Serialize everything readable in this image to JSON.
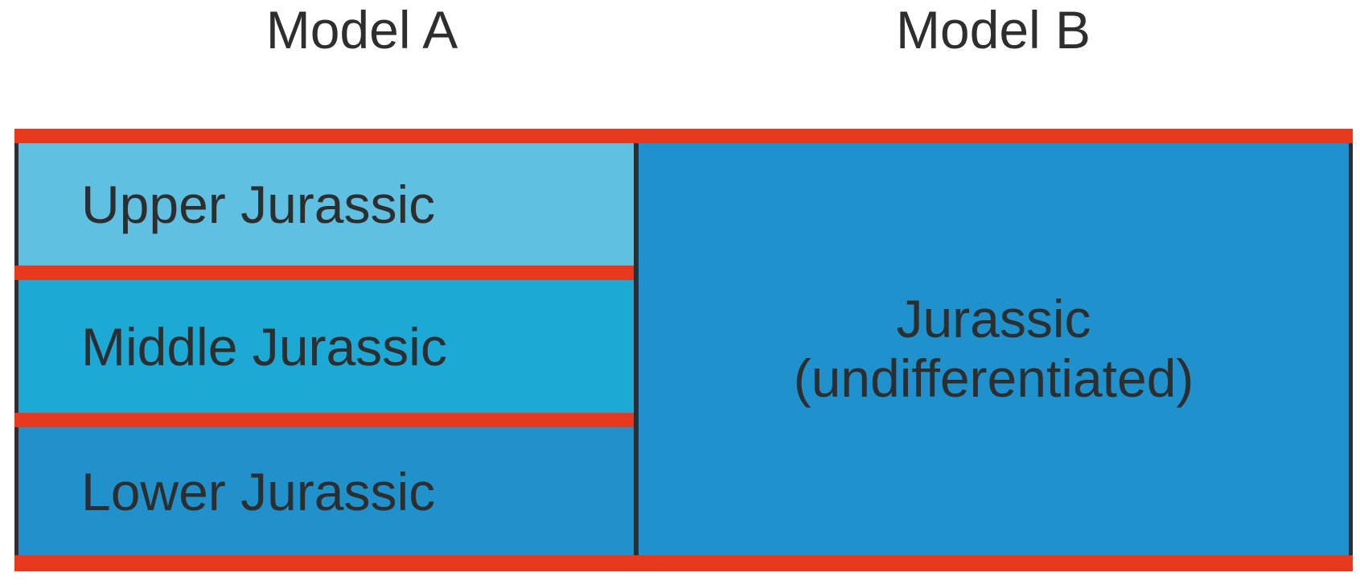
{
  "figure": {
    "type": "stratigraphic-correlation-diagram",
    "title": "",
    "background_color": "#ffffff"
  },
  "columns": [
    {
      "id": "model-a",
      "header": "Model A",
      "units": [
        {
          "label": "Upper Jurassic",
          "color": "#5fc0e2"
        },
        {
          "label": "Middle Jurassic",
          "color": "#1da9d6"
        },
        {
          "label": "Lower Jurassic",
          "color": "#2191cc"
        }
      ]
    },
    {
      "id": "model-b",
      "header": "Model B",
      "units": [
        {
          "label_line_1": "Jurassic",
          "label_line_2": "(undifferentiated)",
          "color": "#1f91cc"
        }
      ]
    }
  ],
  "headers": {
    "model_a": "Model A",
    "model_b": "Model B"
  },
  "units": {
    "upper_jurassic": "Upper Jurassic",
    "middle_jurassic": "Middle Jurassic",
    "lower_jurassic": "Lower Jurassic",
    "jurassic_line1": "Jurassic",
    "jurassic_line2": "(undifferentiated)"
  },
  "colors": {
    "separator_red": "#e8391f",
    "outline_dark": "#2b2f33",
    "text_dark": "#2e2e2e",
    "upper_jurassic": "#5fc0e2",
    "middle_jurassic": "#1da9d6",
    "lower_jurassic": "#2191cc",
    "jurassic_undifferentiated": "#1f91cc"
  }
}
